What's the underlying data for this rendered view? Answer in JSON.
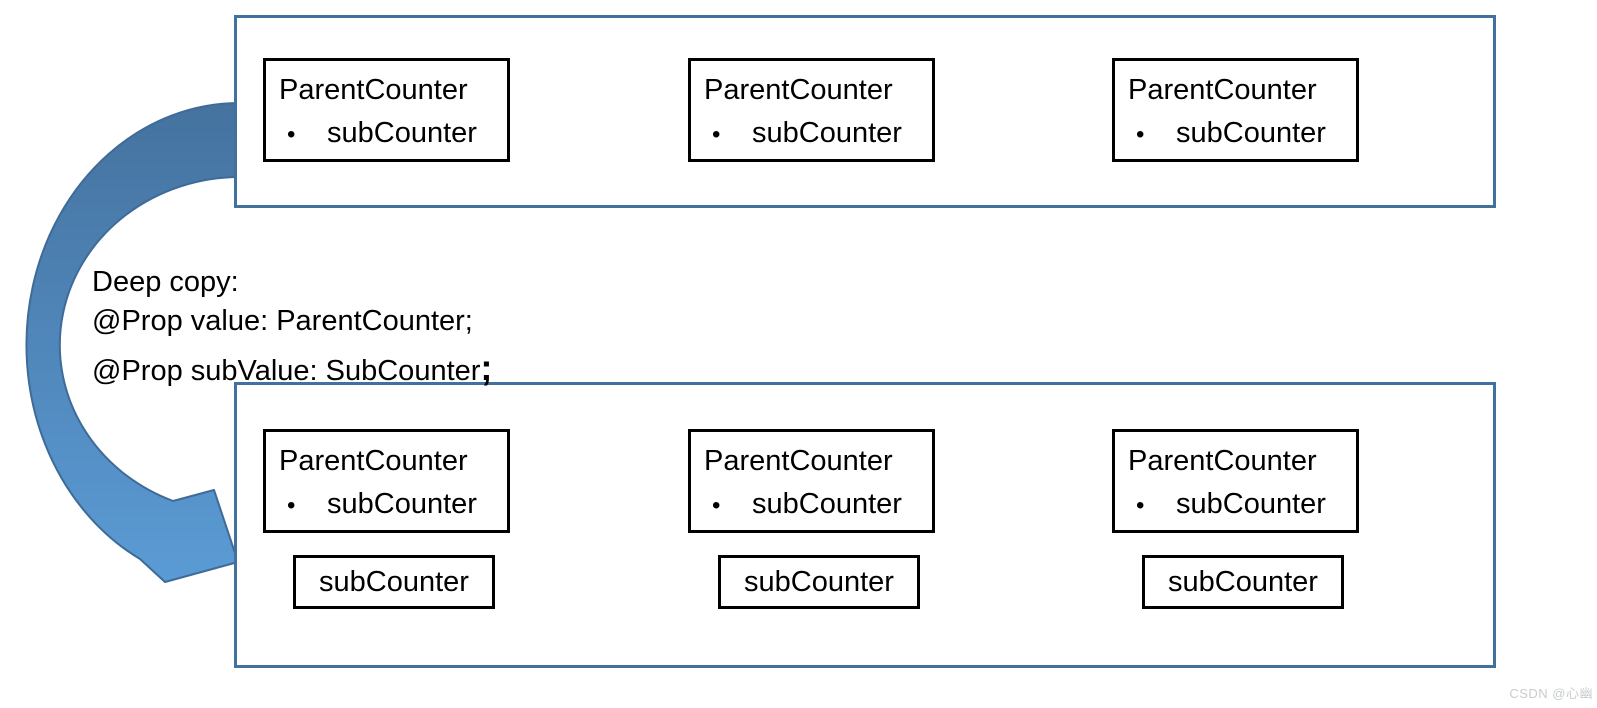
{
  "diagram": {
    "annotation": {
      "line1": "Deep copy:",
      "line2": "@Prop value: ParentCounter;",
      "line3": "@Prop subValue: SubCounter",
      "line3_semicolon": ";"
    },
    "top_group": {
      "cards": [
        {
          "title": "ParentCounter",
          "bullet": "•",
          "item": "subCounter"
        },
        {
          "title": "ParentCounter",
          "bullet": "•",
          "item": "subCounter"
        },
        {
          "title": "ParentCounter",
          "bullet": "•",
          "item": "subCounter"
        }
      ]
    },
    "bottom_group": {
      "cards": [
        {
          "title": "ParentCounter",
          "bullet": "•",
          "item": "subCounter"
        },
        {
          "title": "ParentCounter",
          "bullet": "•",
          "item": "subCounter"
        },
        {
          "title": "ParentCounter",
          "bullet": "•",
          "item": "subCounter"
        }
      ],
      "sub_boxes": [
        {
          "label": "subCounter"
        },
        {
          "label": "subCounter"
        },
        {
          "label": "subCounter"
        }
      ]
    },
    "watermark": "CSDN @心幽"
  },
  "colors": {
    "background": "#FFFFFF",
    "container_border": "#41719C",
    "card_border": "#000000",
    "text": "#000000",
    "arrow_gradient_top": "#45729F",
    "arrow_gradient_bottom": "#5B9BD5",
    "arrow_stroke": "#3E6B98",
    "watermark": "#C8CCCF"
  }
}
